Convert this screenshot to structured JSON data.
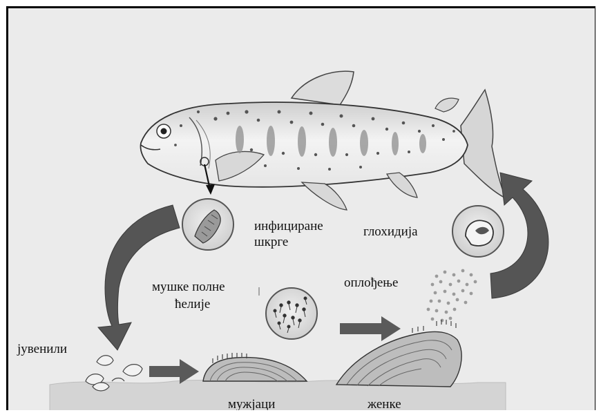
{
  "labels": {
    "infected_gills_line1": "инфициране",
    "infected_gills_line2": "шкрге",
    "glochidia": "глохидија",
    "sperm_line1": "мушке полне",
    "sperm_line2": "ћелије",
    "fertilization": "оплођење",
    "juveniles": "јувенили",
    "males": "мужјаци",
    "females": "женке"
  },
  "colors": {
    "background": "#ebebeb",
    "arrow": "#555555",
    "circle_fill": "#dedede",
    "fish_body": "#f1f1f1",
    "fish_spots": "#6a6a6a"
  }
}
